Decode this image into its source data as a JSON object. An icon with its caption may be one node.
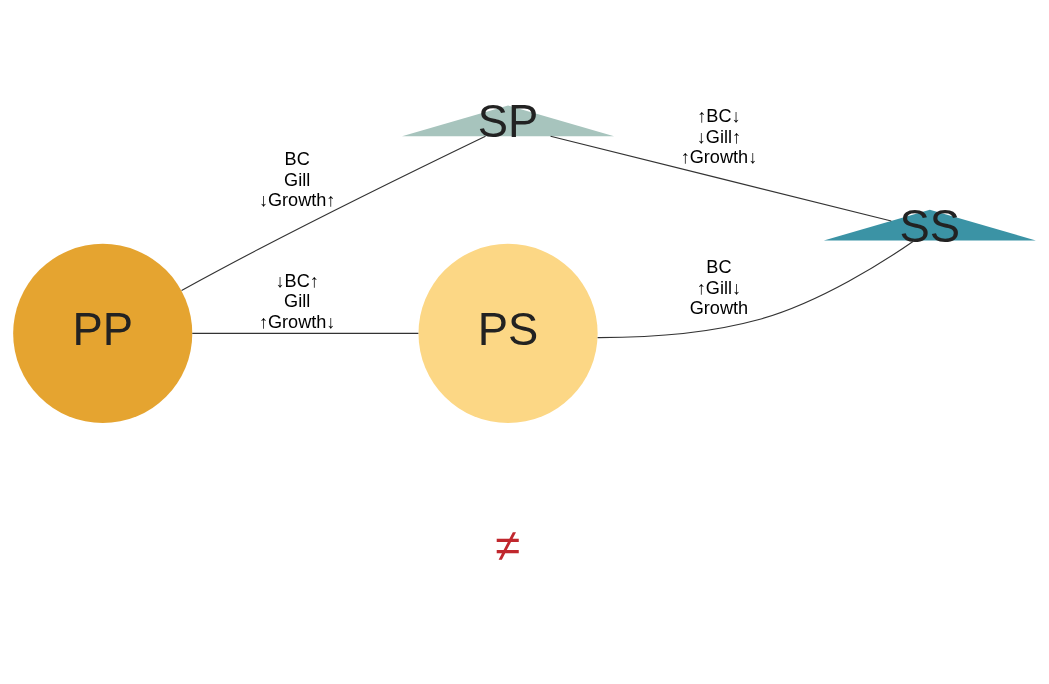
{
  "diagram": {
    "nodes": [
      {
        "text": [
          "PP"
        ]
      },
      {
        "text": [
          "SP"
        ]
      },
      {
        "text": [
          "PS"
        ]
      },
      {
        "text": [
          "SS"
        ]
      }
    ],
    "edges": [
      {
        "from": 0,
        "to": 1,
        "arrow": "none",
        "label": "BC Gill ↓Growth↑"
      },
      {
        "from": 1,
        "to": 3,
        "arrow": "none",
        "label": "↑BC↓ ↓Gill↑ ↑Growth↓"
      },
      {
        "from": 0,
        "to": 2,
        "arrow": "none",
        "label": "↓BC↑ Gill ↑Growth↓"
      },
      {
        "from": 2,
        "to": 3,
        "arrow": "none",
        "label": "BC ↑Gill↓ Growth"
      }
    ],
    "labels": [
      "≠"
    ]
  }
}
